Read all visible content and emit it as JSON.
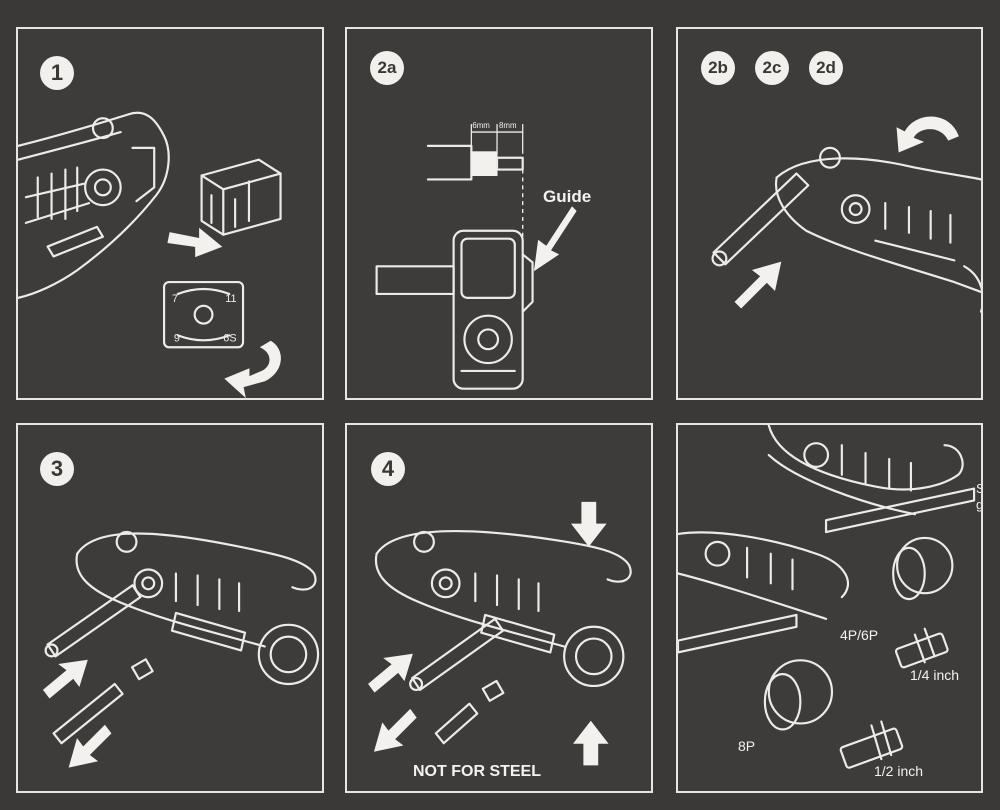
{
  "steps": [
    {
      "id": "1",
      "badges": [
        "1"
      ]
    },
    {
      "id": "2a",
      "badges": [
        "2a"
      ],
      "dimension_labels": [
        "6mm",
        "8mm"
      ],
      "guide_label": "Guide"
    },
    {
      "id": "2bcd",
      "badges": [
        "2b",
        "2c",
        "2d"
      ]
    },
    {
      "id": "3",
      "badges": [
        "3"
      ]
    },
    {
      "id": "4",
      "badges": [
        "4"
      ],
      "warning": "NOT FOR STEEL"
    },
    {
      "id": "5",
      "badges": [],
      "labels": {
        "p4p6": "4P/6P",
        "quarter": "1/4 inch",
        "p8": "8P",
        "half": "1/2 inch",
        "cut_off_1": "S",
        "cut_off_2": "g"
      }
    }
  ],
  "blade_cassette_numbers": [
    "7",
    "11",
    "9",
    "6S"
  ],
  "colors": {
    "background": "#3b3937",
    "line": "#ecebe8",
    "badge": "#f2f0ec"
  }
}
